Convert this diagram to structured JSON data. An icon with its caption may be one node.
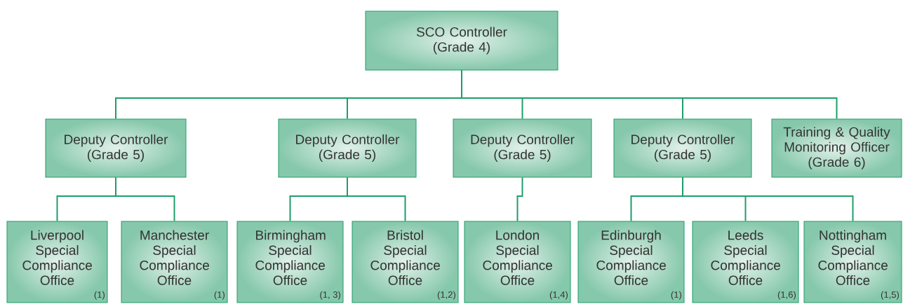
{
  "diagram": {
    "nodes": [
      {
        "text": [
          "SCO Controller",
          "(Grade 4)"
        ]
      },
      {
        "text": [
          "Deputy Controller",
          "(Grade 5)"
        ]
      },
      {
        "text": [
          "Deputy Controller",
          "(Grade 5)"
        ]
      },
      {
        "text": [
          "Deputy Controller",
          "(Grade 5)"
        ]
      },
      {
        "text": [
          "Deputy Controller",
          "(Grade 5)"
        ]
      },
      {
        "text": [
          "Training & Quality Monitoring Officer",
          "(Grade 6)"
        ]
      },
      {
        "text": [
          "Liverpool Special Compliance Office",
          "(1)"
        ]
      },
      {
        "text": [
          "Manchester Special Compliance Office",
          "(1)"
        ]
      },
      {
        "text": [
          "Birmingham Special Compliance Office",
          "(1, 3)"
        ]
      },
      {
        "text": [
          "Bristol Special Compliance Office",
          "(1,2)"
        ]
      },
      {
        "text": [
          "London Special Compliance Office",
          "(1,4)"
        ]
      },
      {
        "text": [
          "Edinburgh Special Compliance Office",
          "(1)"
        ]
      },
      {
        "text": [
          "Leeds Special Compliance Office",
          "(1,6)"
        ]
      },
      {
        "text": [
          "Nottingham Special Compliance Office",
          "(1,5)"
        ]
      }
    ],
    "edges": [
      {
        "from": 0,
        "to": 1,
        "arrow": "none"
      },
      {
        "from": 0,
        "to": 2,
        "arrow": "none"
      },
      {
        "from": 0,
        "to": 3,
        "arrow": "none"
      },
      {
        "from": 0,
        "to": 4,
        "arrow": "none"
      },
      {
        "from": 0,
        "to": 5,
        "arrow": "none"
      },
      {
        "from": 1,
        "to": 6,
        "arrow": "none"
      },
      {
        "from": 1,
        "to": 7,
        "arrow": "none"
      },
      {
        "from": 2,
        "to": 8,
        "arrow": "none"
      },
      {
        "from": 2,
        "to": 9,
        "arrow": "none"
      },
      {
        "from": 3,
        "to": 10,
        "arrow": "none"
      },
      {
        "from": 4,
        "to": 11,
        "arrow": "none"
      },
      {
        "from": 4,
        "to": 12,
        "arrow": "none"
      },
      {
        "from": 4,
        "to": 13,
        "arrow": "none"
      }
    ]
  }
}
